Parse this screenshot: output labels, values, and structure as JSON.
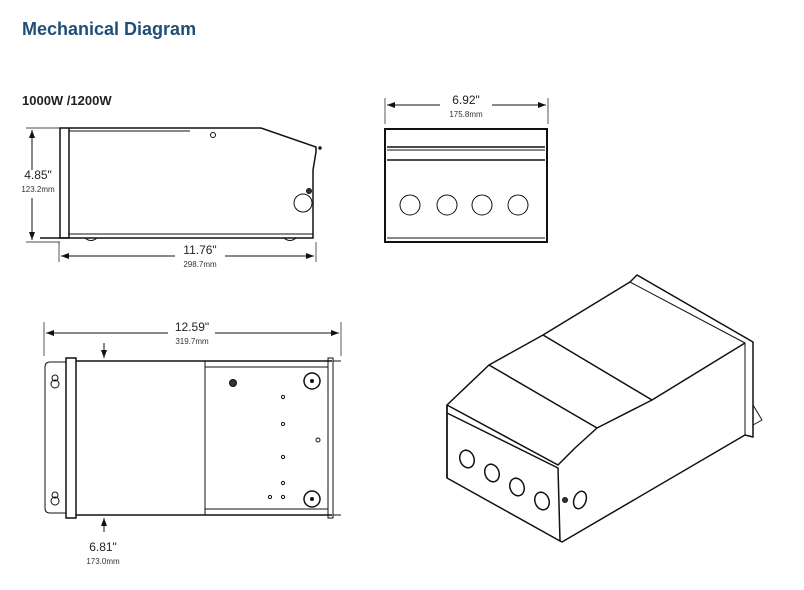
{
  "title": "Mechanical Diagram",
  "model_label": "1000W /1200W",
  "side_view": {
    "height_in": "4.85\"",
    "height_mm": "123.2mm",
    "length_in": "11.76\"",
    "length_mm": "298.7mm"
  },
  "front_view": {
    "width_in": "6.92\"",
    "width_mm": "175.8mm"
  },
  "top_view": {
    "length_in": "12.59\"",
    "length_mm": "319.7mm",
    "width_in": "6.81\"",
    "width_mm": "173.0mm"
  },
  "colors": {
    "title": "#1f4e79",
    "line": "#111111"
  }
}
